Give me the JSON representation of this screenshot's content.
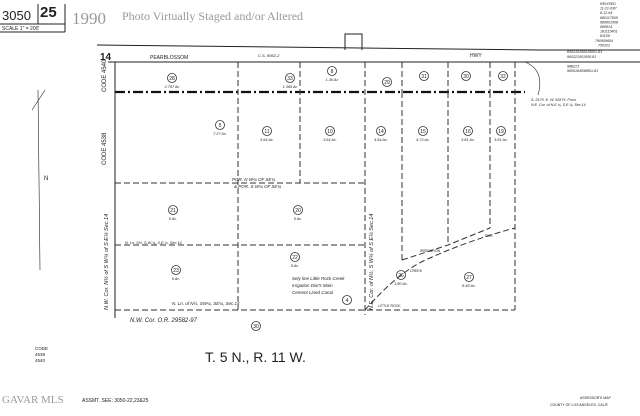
{
  "header": {
    "book": "3050",
    "page": "25",
    "scale": "SCALE 1\" = 200'",
    "year": "1990"
  },
  "watermark": "Photo Virtually Staged and/or Altered",
  "road": {
    "name": "PEARBLOSSOM",
    "suffix": "HWY",
    "cs": "C.S. 8062-2",
    "section": "14"
  },
  "codes": {
    "left_top": "CODE 4540",
    "left_bottom": "CODE 4538",
    "footer": [
      "CODE",
      "4538",
      "4540"
    ]
  },
  "revisions": [
    "REVISED",
    "11-21-63P",
    "8-12-64",
    "680117505",
    "680801008",
    "680814",
    "181115401",
    "81109",
    "790909604",
    "750322",
    "830210150015001-81",
    "900321001008-81",
    "98B221",
    "9505184098801-81"
  ],
  "note_top_right": [
    "S. 25 Ft. E. W. 528 Ft. From",
    "N.E. Cor. of N.E.¼, S.E.¼, Sec.14"
  ],
  "parcels": [
    {
      "id": "28",
      "area": "2.797 Ac"
    },
    {
      "id": "33",
      "area": "1.369 Ac"
    },
    {
      "id": "8",
      "area": "1.36 Ac"
    },
    {
      "id": "29",
      "area": ""
    },
    {
      "id": "31",
      "area": ""
    },
    {
      "id": "30",
      "area": ""
    },
    {
      "id": "32",
      "area": ""
    },
    {
      "id": "5",
      "area": "7.27 Ac."
    },
    {
      "id": "11",
      "area": "3.64 Ac."
    },
    {
      "id": "10",
      "area": "3.64 Ac."
    },
    {
      "id": "14",
      "area": "4.54 Ac."
    },
    {
      "id": "15",
      "area": "4.72 Ac."
    },
    {
      "id": "16",
      "area": "3.81 Ac."
    },
    {
      "id": "19",
      "area": "3.81 Ac."
    },
    {
      "id": "21",
      "area": "5 Ac."
    },
    {
      "id": "20",
      "area": "5 Ac."
    },
    {
      "id": "23",
      "area": "5 Ac."
    },
    {
      "id": "22",
      "area": "5 Ac."
    },
    {
      "id": "4",
      "area": ""
    },
    {
      "id": "26",
      "area": "1.80 Ac."
    },
    {
      "id": "27",
      "area": "8.49 Ac."
    },
    {
      "id": "30",
      "area": ""
    }
  ],
  "labels": {
    "por_nw": "POR. N W¼ OF SE¼",
    "por_sw": "& POR. S W¼ OF SE¼",
    "n_line": "N. Ln. of N½, SW¼, SE¼, Sec.14",
    "n_line_upper": "N. Ln. S½, S.W.¼, S.E.¼, Sec.14",
    "nw_cor_or": "N.W. Cor. O.R. 29582-97",
    "nw_cor_vertical": "N.W. Cor. N½ of S W¼ of S E¼ Sec.14",
    "ne_cor_vertical": "N.E. Cor. of N½, S W¼ of S E¼ Sec.14",
    "canal": [
      "Sely line Little Rock Creek",
      "Irrigation Dist's Main",
      "Cement Lined Canal"
    ],
    "creek": "CREEK",
    "irrigation": "IRRIGATION",
    "little_rock": "LITTLE ROCK",
    "dist": "DIST.",
    "north": "N"
  },
  "township": "T. 5 N., R. 11 W.",
  "footer": {
    "logo": "GAVAR MLS",
    "assmt": "ASSMT. SEE: 3050-22,23&25",
    "office": "ASSESSOR'S MAP",
    "county": "COUNTY OF LOS ANGELES, CALIF."
  }
}
